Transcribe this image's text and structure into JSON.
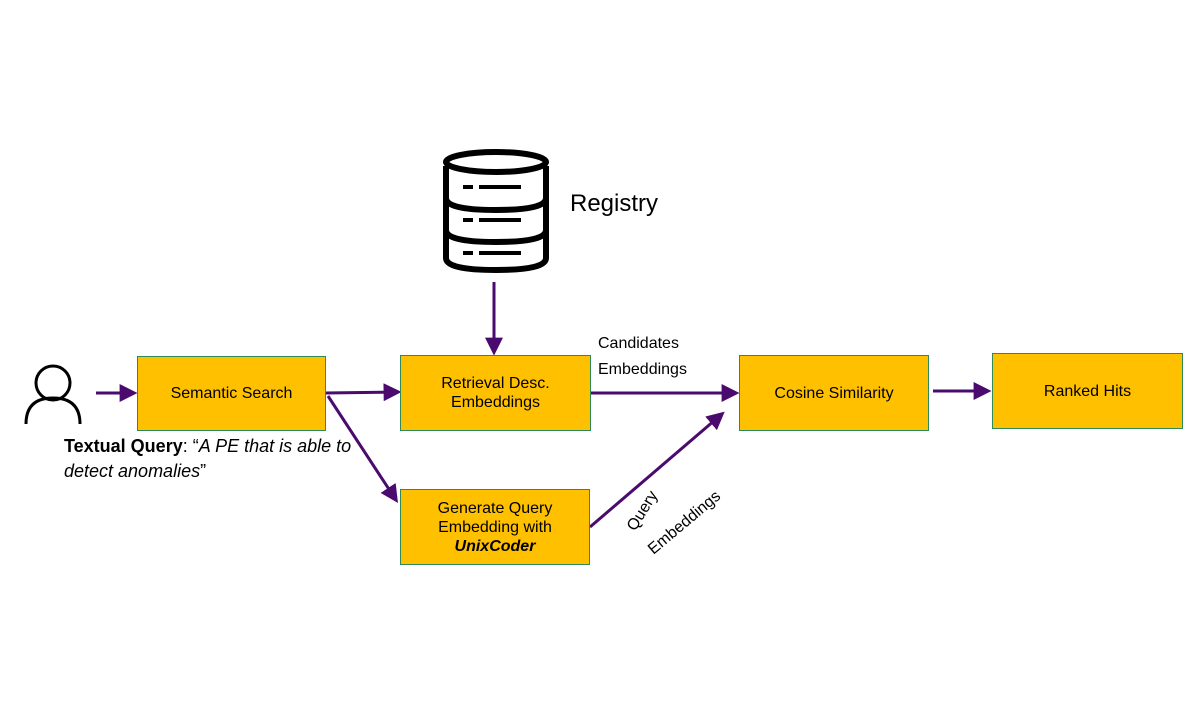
{
  "colors": {
    "box_fill": "#ffc000",
    "box_border": "#2e8b57",
    "arrow": "#4b0a6e",
    "text": "#000000"
  },
  "icons": {
    "user": "user-icon",
    "database": "database-icon"
  },
  "registry": {
    "label": "Registry"
  },
  "user_query": {
    "label": "Textual Query",
    "separator": ": ",
    "open_quote": "“",
    "text": "A PE that is able to detect anomalies",
    "close_quote": "”"
  },
  "nodes": {
    "semantic_search": "Semantic Search",
    "retrieval_desc": {
      "line1": "Retrieval Desc.",
      "line2": "Embeddings"
    },
    "generate_query": {
      "line1": "Generate Query",
      "line2": "Embedding with",
      "line3": "UnixCoder"
    },
    "cosine_similarity": "Cosine Similarity",
    "ranked_hits": "Ranked Hits"
  },
  "edge_labels": {
    "candidates": {
      "line1": "Candidates",
      "line2": "Embeddings"
    },
    "query": {
      "line1": "Query",
      "line2": "Embeddings"
    }
  }
}
